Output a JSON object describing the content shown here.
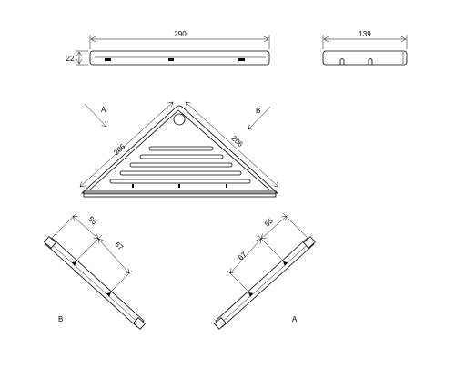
{
  "views": {
    "top_front": {
      "width_label": "290",
      "height_label": "22"
    },
    "top_side": {
      "width_label": "139"
    },
    "plan": {
      "left_edge_label": "206",
      "right_edge_label": "206",
      "view_a_label": "A",
      "view_b_label": "B"
    },
    "side_view_b": {
      "label_55": "55",
      "label_67": "67",
      "view_label": "B"
    },
    "side_view_a": {
      "label_55": "55",
      "label_67": "67",
      "view_label": "A"
    }
  }
}
